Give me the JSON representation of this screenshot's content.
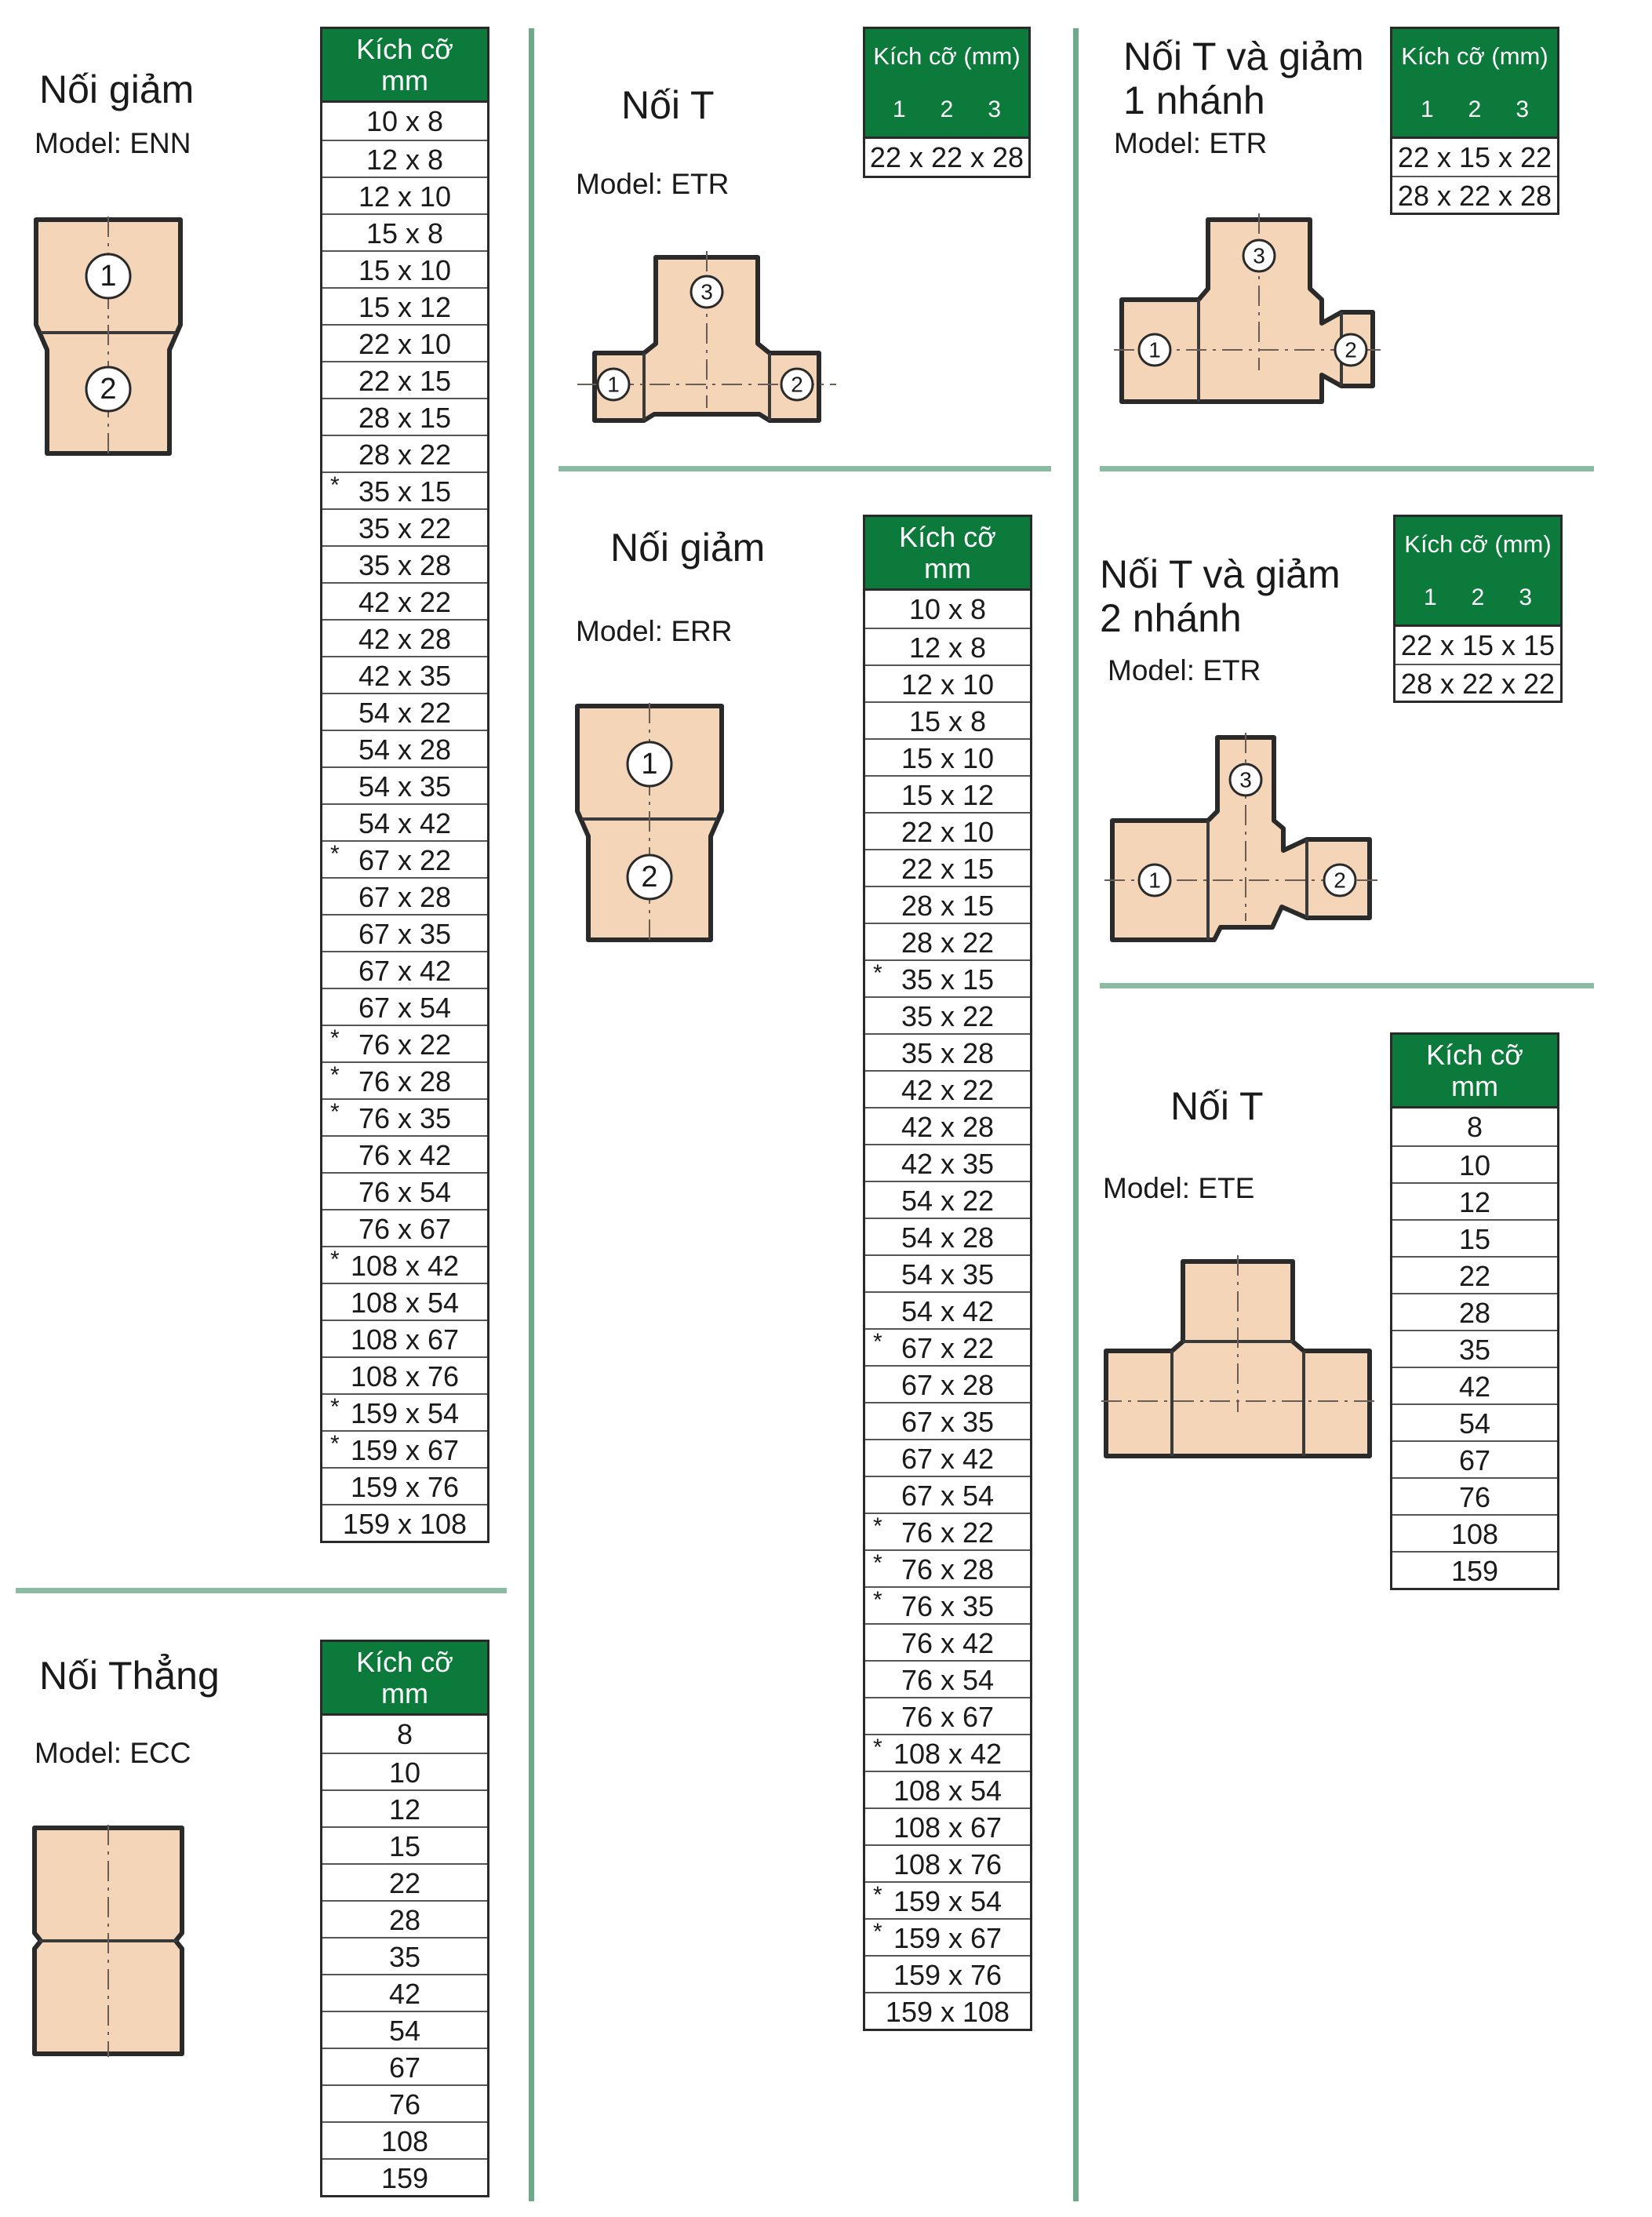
{
  "sections": {
    "reducer_enn": {
      "title": "Nối giảm",
      "model": "Model: ENN",
      "table_header": [
        "Kích cỡ",
        "mm"
      ],
      "rows": [
        {
          "v": "10 x 8"
        },
        {
          "v": "12 x 8"
        },
        {
          "v": "12 x 10"
        },
        {
          "v": "15 x 8"
        },
        {
          "v": "15 x 10"
        },
        {
          "v": "15 x 12"
        },
        {
          "v": "22 x 10"
        },
        {
          "v": "22 x 15"
        },
        {
          "v": "28 x 15"
        },
        {
          "v": "28 x 22"
        },
        {
          "v": "35 x 15",
          "star": "*"
        },
        {
          "v": "35 x 22"
        },
        {
          "v": "35 x 28"
        },
        {
          "v": "42 x 22"
        },
        {
          "v": "42 x 28"
        },
        {
          "v": "42 x 35"
        },
        {
          "v": "54 x 22"
        },
        {
          "v": "54 x 28"
        },
        {
          "v": "54 x 35"
        },
        {
          "v": "54 x 42"
        },
        {
          "v": "67 x 22",
          "star": "*"
        },
        {
          "v": "67 x 28"
        },
        {
          "v": "67 x 35"
        },
        {
          "v": "67 x 42"
        },
        {
          "v": "67 x 54"
        },
        {
          "v": "76 x 22",
          "star": "*"
        },
        {
          "v": "76 x 28",
          "star": "*"
        },
        {
          "v": "76 x 35",
          "star": "*"
        },
        {
          "v": "76 x 42"
        },
        {
          "v": "76 x 54"
        },
        {
          "v": "76 x 67"
        },
        {
          "v": "108 x 42",
          "star": "*"
        },
        {
          "v": "108 x 54"
        },
        {
          "v": "108 x 67"
        },
        {
          "v": "108 x 76"
        },
        {
          "v": "159 x 54",
          "star": "*"
        },
        {
          "v": "159 x 67",
          "star": "*"
        },
        {
          "v": "159 x 76"
        },
        {
          "v": "159 x 108"
        }
      ]
    },
    "straight_ecc": {
      "title": "Nối Thẳng",
      "model": "Model: ECC",
      "table_header": [
        "Kích cỡ",
        "mm"
      ],
      "rows": [
        {
          "v": "8"
        },
        {
          "v": "10"
        },
        {
          "v": "12"
        },
        {
          "v": "15"
        },
        {
          "v": "22"
        },
        {
          "v": "28"
        },
        {
          "v": "35"
        },
        {
          "v": "42"
        },
        {
          "v": "54"
        },
        {
          "v": "67"
        },
        {
          "v": "76"
        },
        {
          "v": "108"
        },
        {
          "v": "159"
        }
      ]
    },
    "tee_etr": {
      "title": "Nối T",
      "model": "Model: ETR",
      "table_header": [
        "Kích cỡ (mm)"
      ],
      "columns": [
        "1",
        "2",
        "3"
      ],
      "rows": [
        {
          "v": "22 x 22 x 28"
        }
      ]
    },
    "reducer_err": {
      "title": "Nối giảm",
      "model": "Model: ERR",
      "table_header": [
        "Kích cỡ",
        "mm"
      ],
      "rows": [
        {
          "v": "10 x 8"
        },
        {
          "v": "12 x 8"
        },
        {
          "v": "12 x 10"
        },
        {
          "v": "15 x 8"
        },
        {
          "v": "15 x 10"
        },
        {
          "v": "15 x 12"
        },
        {
          "v": "22 x 10"
        },
        {
          "v": "22 x 15"
        },
        {
          "v": "28 x 15"
        },
        {
          "v": "28 x 22"
        },
        {
          "v": "35 x 15",
          "star": "*"
        },
        {
          "v": "35 x 22"
        },
        {
          "v": "35 x 28"
        },
        {
          "v": "42 x 22"
        },
        {
          "v": "42 x 28"
        },
        {
          "v": "42 x 35"
        },
        {
          "v": "54 x 22"
        },
        {
          "v": "54 x 28"
        },
        {
          "v": "54 x 35"
        },
        {
          "v": "54 x 42"
        },
        {
          "v": "67 x 22",
          "star": "*"
        },
        {
          "v": "67 x 28"
        },
        {
          "v": "67 x 35"
        },
        {
          "v": "67 x 42"
        },
        {
          "v": "67 x 54"
        },
        {
          "v": "76 x 22",
          "star": "*"
        },
        {
          "v": "76 x 28",
          "star": "*"
        },
        {
          "v": "76 x 35",
          "star": "*"
        },
        {
          "v": "76 x 42"
        },
        {
          "v": "76 x 54"
        },
        {
          "v": "76 x 67"
        },
        {
          "v": "108 x 42",
          "star": "*"
        },
        {
          "v": "108 x 54"
        },
        {
          "v": "108 x 67"
        },
        {
          "v": "108 x 76"
        },
        {
          "v": "159 x 54",
          "star": "*"
        },
        {
          "v": "159 x 67",
          "star": "*"
        },
        {
          "v": "159 x 76"
        },
        {
          "v": "159 x 108"
        }
      ]
    },
    "tee_reduce_one": {
      "title": "Nối T và giảm\n1 nhánh",
      "model": "Model: ETR",
      "table_header": [
        "Kích cỡ (mm)"
      ],
      "columns": [
        "1",
        "2",
        "3"
      ],
      "rows": [
        {
          "v": "22 x 15 x 22"
        },
        {
          "v": "28 x 22 x 28"
        }
      ]
    },
    "tee_reduce_two": {
      "title": "Nối T và giảm\n2 nhánh",
      "model": "Model: ETR",
      "table_header": [
        "Kích cỡ (mm)"
      ],
      "columns": [
        "1",
        "2",
        "3"
      ],
      "rows": [
        {
          "v": "22 x 15 x 15"
        },
        {
          "v": "28 x 22 x 22"
        }
      ]
    },
    "tee_ete": {
      "title": "Nối T",
      "model": "Model: ETE",
      "table_header": [
        "Kích cỡ",
        "mm"
      ],
      "rows": [
        {
          "v": "8"
        },
        {
          "v": "10"
        },
        {
          "v": "12"
        },
        {
          "v": "15"
        },
        {
          "v": "22"
        },
        {
          "v": "28"
        },
        {
          "v": "35"
        },
        {
          "v": "42"
        },
        {
          "v": "54"
        },
        {
          "v": "67"
        },
        {
          "v": "76"
        },
        {
          "v": "108"
        },
        {
          "v": "159"
        }
      ]
    }
  },
  "port_labels": [
    "1",
    "2",
    "3"
  ],
  "colors": {
    "header_green": "#0b7a3b",
    "divider_green": "#6fa98c",
    "copper": "#f5d5b8"
  }
}
